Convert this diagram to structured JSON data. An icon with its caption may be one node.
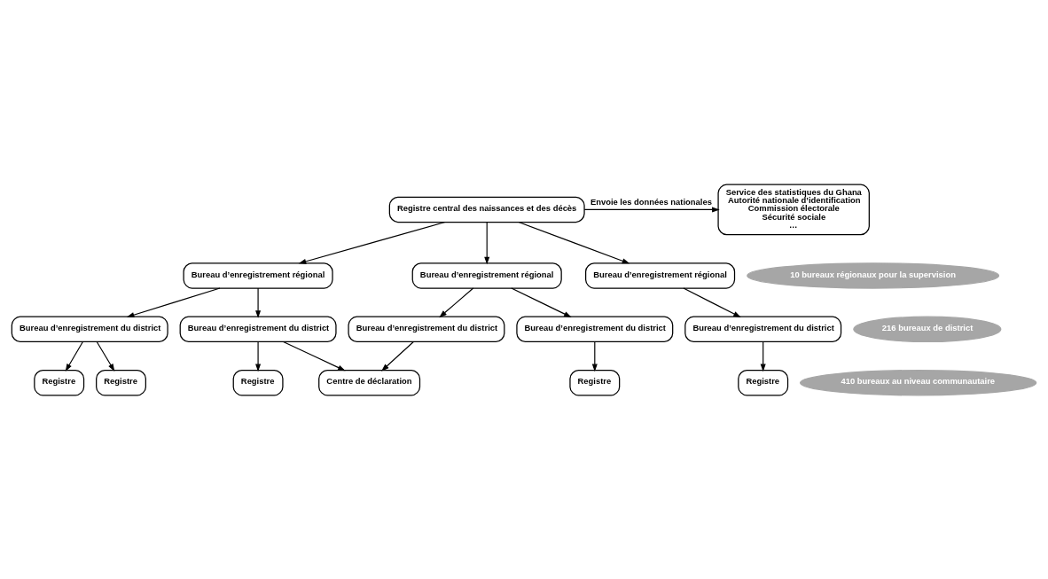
{
  "diagram": {
    "nodes": [
      {
        "text": [
          "Service des statistiques du Ghana",
          "Autorité nationale d’identification",
          "Commission électorale",
          "Sécurité sociale",
          "…"
        ]
      },
      {
        "text": [
          "Registre central des naissances et des décès"
        ]
      },
      {
        "text": [
          "Bureau d’enregistrement régional"
        ]
      },
      {
        "text": [
          "Bureau d’enregistrement régional"
        ]
      },
      {
        "text": [
          "Bureau d’enregistrement régional"
        ]
      },
      {
        "text": [
          "Bureau d’enregistrement du district"
        ]
      },
      {
        "text": [
          "Bureau d’enregistrement du district"
        ]
      },
      {
        "text": [
          "Bureau d’enregistrement du district"
        ]
      },
      {
        "text": [
          "Bureau d’enregistrement du district"
        ]
      },
      {
        "text": [
          "Bureau d’enregistrement du district"
        ]
      },
      {
        "text": [
          "Registre"
        ]
      },
      {
        "text": [
          "Registre"
        ]
      },
      {
        "text": [
          "Registre"
        ]
      },
      {
        "text": [
          "Centre de déclaration"
        ]
      },
      {
        "text": [
          "Registre"
        ]
      },
      {
        "text": [
          "Registre"
        ]
      },
      {
        "text": [
          "10 bureaux régionaux pour la supervision"
        ]
      },
      {
        "text": [
          "216 bureaux de district"
        ]
      },
      {
        "text": [
          "410 bureaux au niveau communautaire"
        ]
      }
    ],
    "edges": [
      {
        "from": 1,
        "to": 0,
        "arrow": "to",
        "label": "Envoie les données nationales"
      },
      {
        "from": 1,
        "to": 2,
        "arrow": "to"
      },
      {
        "from": 1,
        "to": 3,
        "arrow": "to"
      },
      {
        "from": 1,
        "to": 4,
        "arrow": "to"
      },
      {
        "from": 2,
        "to": 5,
        "arrow": "to"
      },
      {
        "from": 2,
        "to": 6,
        "arrow": "to"
      },
      {
        "from": 3,
        "to": 7,
        "arrow": "to"
      },
      {
        "from": 3,
        "to": 8,
        "arrow": "to"
      },
      {
        "from": 4,
        "to": 9,
        "arrow": "to"
      },
      {
        "from": 5,
        "to": 10,
        "arrow": "to"
      },
      {
        "from": 5,
        "to": 11,
        "arrow": "to"
      },
      {
        "from": 6,
        "to": 12,
        "arrow": "to"
      },
      {
        "from": 6,
        "to": 13,
        "arrow": "to"
      },
      {
        "from": 7,
        "to": 13,
        "arrow": "to"
      },
      {
        "from": 8,
        "to": 14,
        "arrow": "to"
      },
      {
        "from": 9,
        "to": 15,
        "arrow": "to"
      }
    ]
  }
}
